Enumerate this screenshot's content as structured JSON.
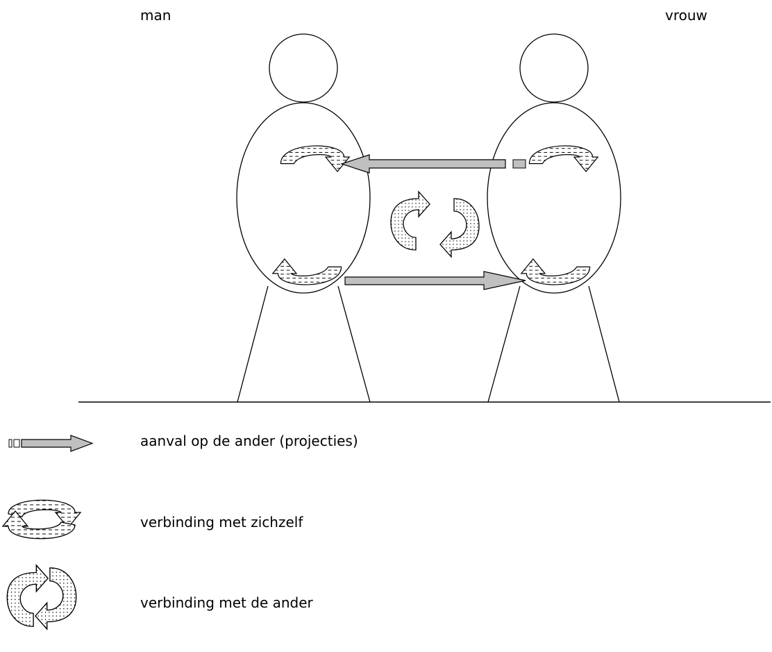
{
  "labels": {
    "left_figure": "man",
    "right_figure": "vrouw"
  },
  "legend": [
    {
      "icon": "straight-arrow-icon",
      "text": "aanval op de ander (projecties)"
    },
    {
      "icon": "circular-arrows-horizontal-icon",
      "text": "verbinding met zichzelf"
    },
    {
      "icon": "circular-arrows-vertical-icon",
      "text": "verbinding met de ander"
    }
  ],
  "colors": {
    "line": "#000000",
    "arrow_fill": "#c0c0c0",
    "pattern_fill": "#ffffff"
  }
}
